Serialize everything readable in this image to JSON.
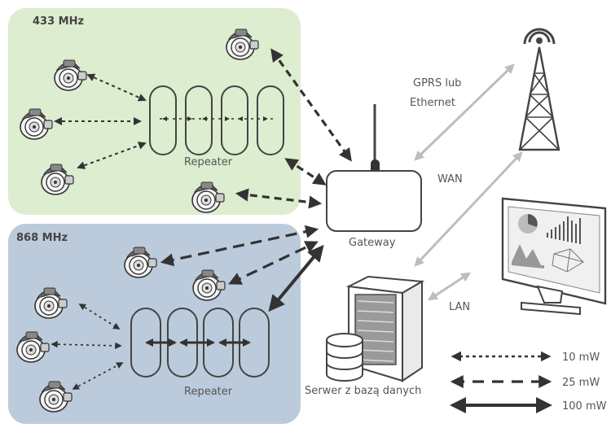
{
  "zones": {
    "top": {
      "label": "433 MHz",
      "color": "#dcedd0"
    },
    "bottom": {
      "label": "868 MHz",
      "color": "#bccbdb"
    }
  },
  "labels": {
    "repeater_top": "Repeater",
    "repeater_bottom": "Repeater",
    "gateway": "Gateway",
    "gprs_line1": "GPRS lub",
    "gprs_line2": "Ethernet",
    "wan": "WAN",
    "lan": "LAN",
    "server": "Serwer z bazą danych"
  },
  "legend": [
    {
      "label": "10 mW",
      "style": "dotted"
    },
    {
      "label": "25 mW",
      "style": "dashed"
    },
    {
      "label": "100 mW",
      "style": "solid"
    }
  ],
  "colors": {
    "arrow_dark": "#333333",
    "arrow_light": "#bdbdbd",
    "outline": "#444444"
  },
  "icons": [
    "water-meter-icon",
    "repeater-icon",
    "gateway-icon",
    "antenna-tower-icon",
    "monitor-dashboard-icon",
    "server-icon",
    "database-icon"
  ]
}
